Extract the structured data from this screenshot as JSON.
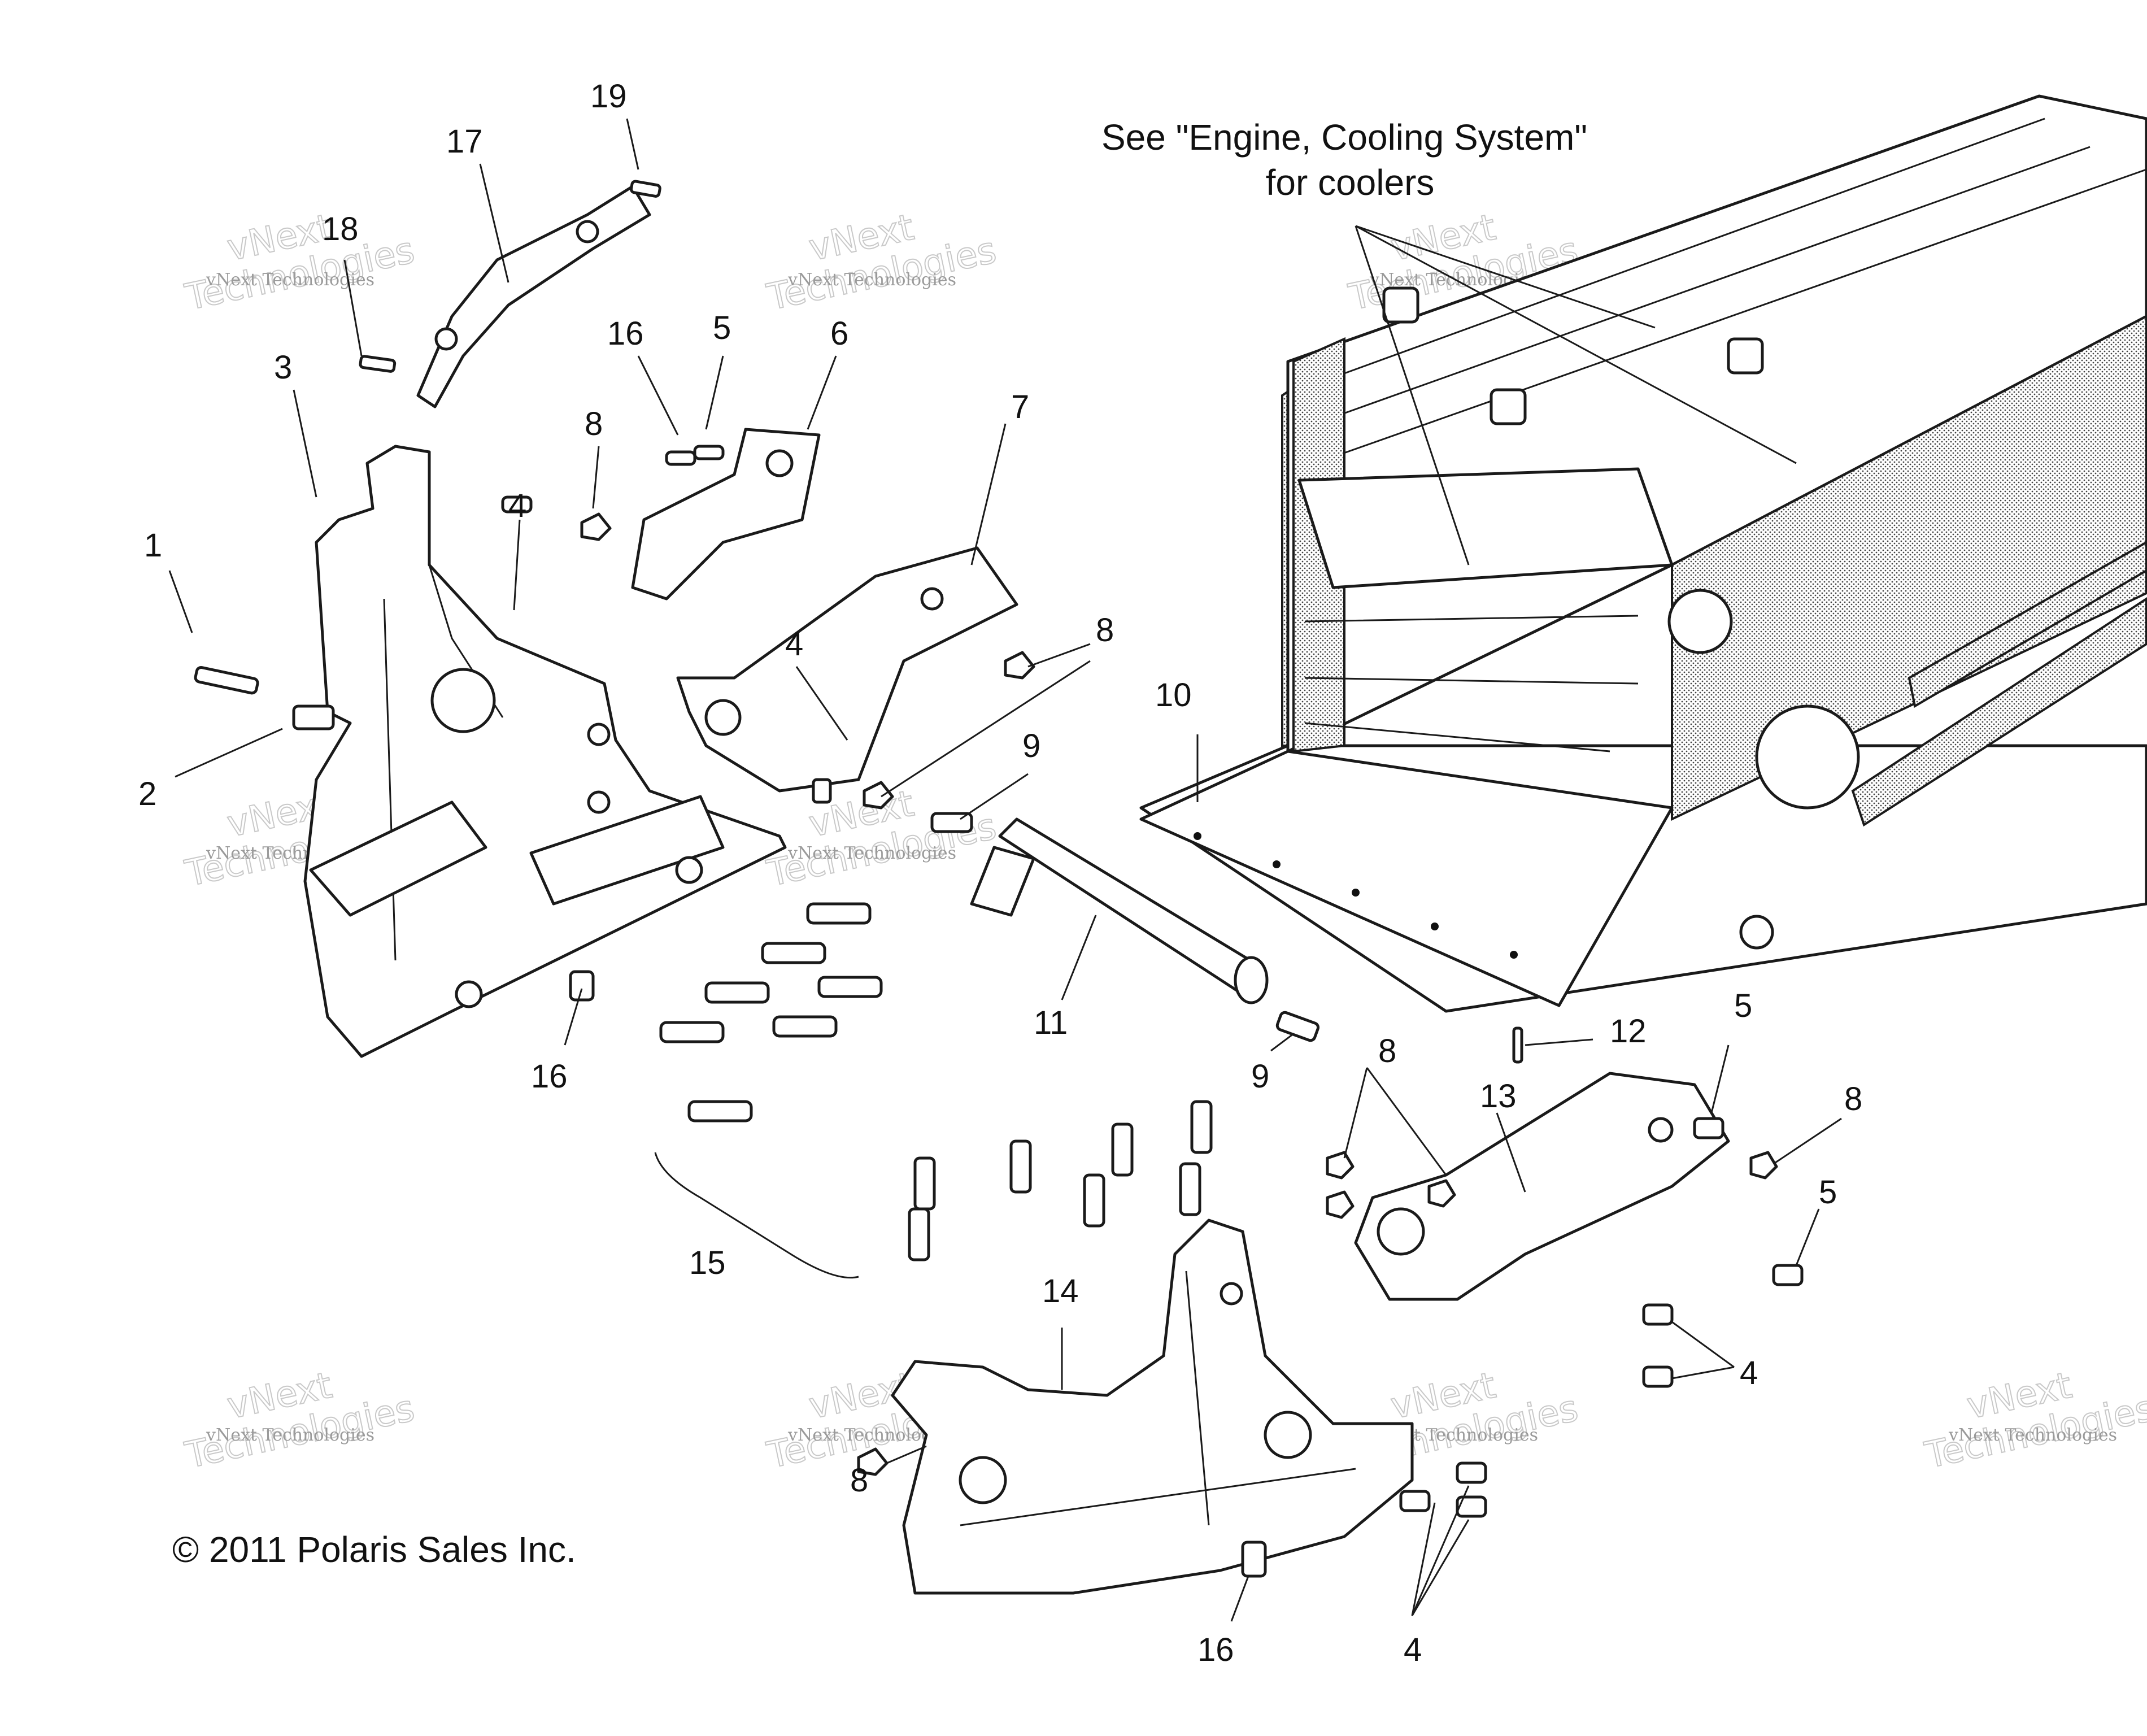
{
  "diagram": {
    "note_line1": "See \"Engine, Cooling System\"",
    "note_line2": "for coolers",
    "copyright": "© 2011 Polaris Sales Inc.",
    "watermark_line1": "vNext Technologies",
    "watermark_line2": "vNext",
    "watermark_line3": "Technologies",
    "callouts": [
      "1",
      "2",
      "3",
      "4",
      "4",
      "4",
      "4",
      "5",
      "5",
      "5",
      "6",
      "7",
      "8",
      "8",
      "8",
      "8",
      "8",
      "9",
      "9",
      "10",
      "11",
      "12",
      "13",
      "14",
      "15",
      "16",
      "16",
      "16",
      "17",
      "18",
      "19"
    ]
  }
}
